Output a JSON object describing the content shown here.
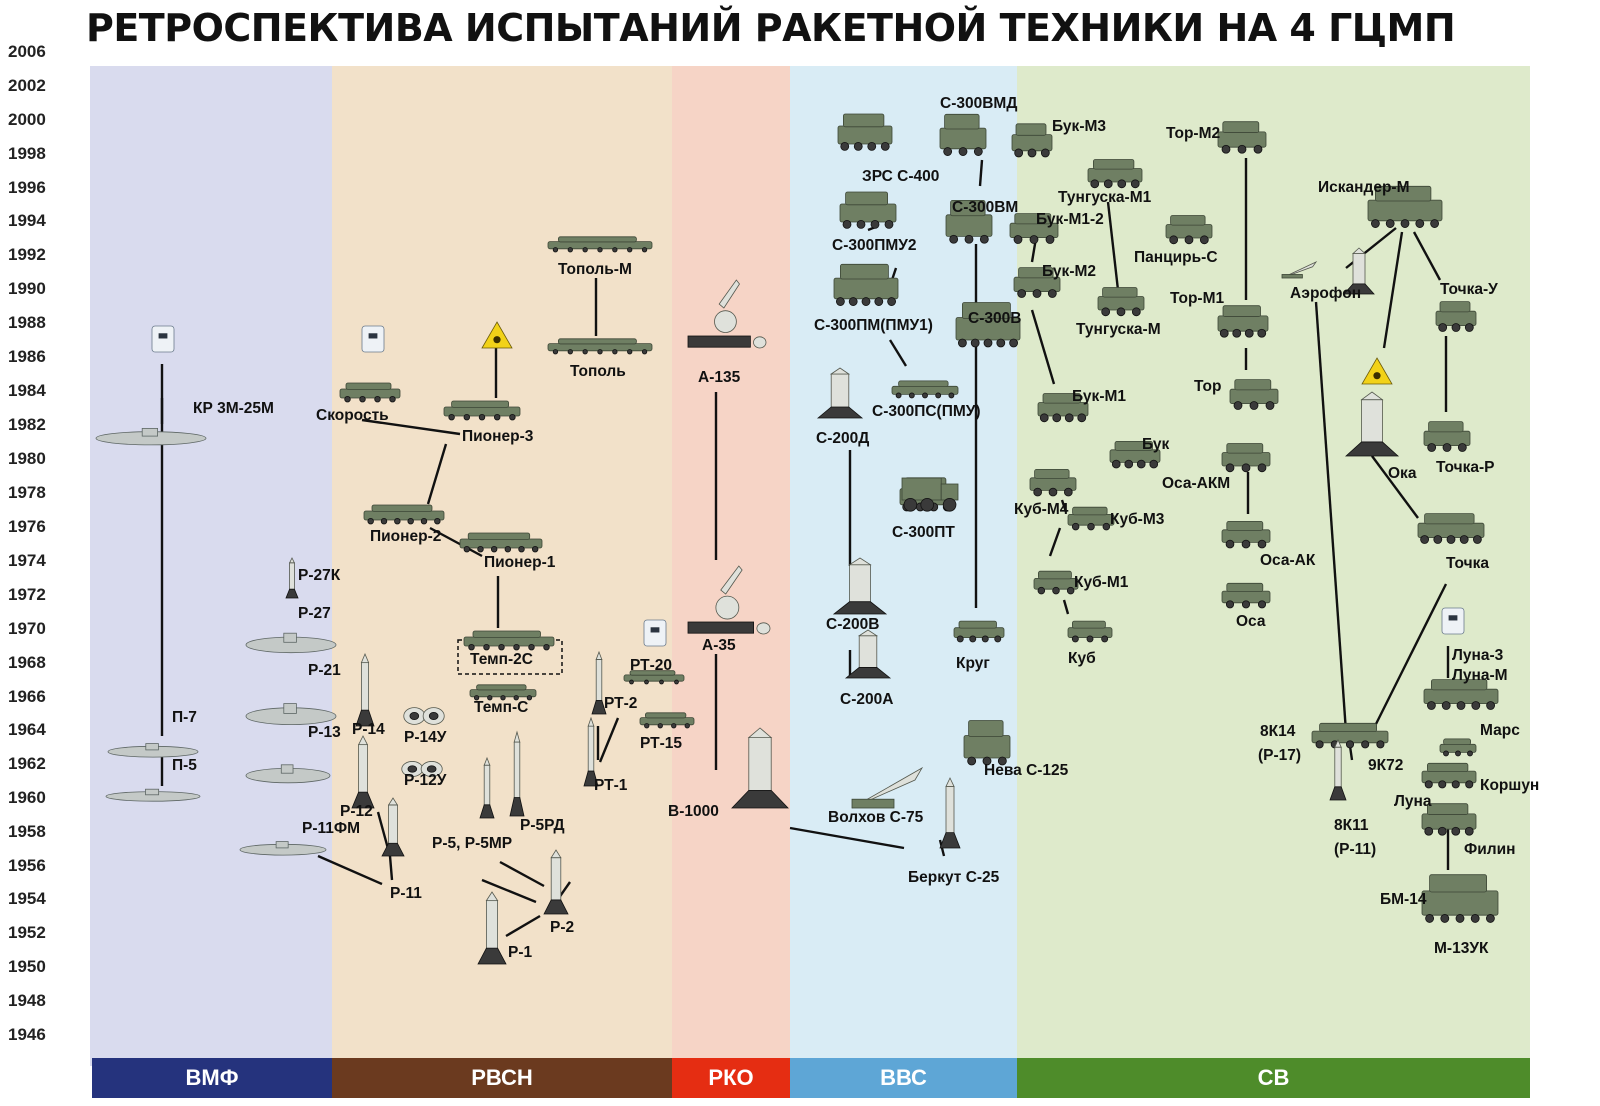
{
  "title": "РЕТРОСПЕКТИВА ИСПЫТАНИЙ  РАКЕТНОЙ ТЕХНИКИ НА 4 ГЦМП",
  "years": [
    "2006",
    "2002",
    "2000",
    "1998",
    "1996",
    "1994",
    "1992",
    "1990",
    "1988",
    "1986",
    "1984",
    "1982",
    "1980",
    "1978",
    "1976",
    "1974",
    "1972",
    "1970",
    "1968",
    "1966",
    "1964",
    "1962",
    "1960",
    "1958",
    "1956",
    "1954",
    "1952",
    "1950",
    "1948",
    "1946"
  ],
  "branches": [
    {
      "id": "vmf",
      "label": "ВМФ",
      "bg": "#d9dbee",
      "band": "#25337d"
    },
    {
      "id": "rvsn",
      "label": "РВСН",
      "bg": "#f2e1c9",
      "band": "#6b3a1f"
    },
    {
      "id": "rko",
      "label": "РКО",
      "bg": "#f6d4c6",
      "band": "#e52d12"
    },
    {
      "id": "vvs",
      "label": "ВВС",
      "bg": "#d9ecf5",
      "band": "#5ea6d6"
    },
    {
      "id": "sv",
      "label": "СВ",
      "bg": "#deeacb",
      "band": "#4e8c2a"
    }
  ],
  "nodes": [
    {
      "id": "kr3m25m",
      "label": "КР 3М-25М",
      "icon": "submarine"
    },
    {
      "id": "p7",
      "label": "П-7",
      "icon": "submarine"
    },
    {
      "id": "p5",
      "label": "П-5",
      "icon": "submarine"
    },
    {
      "id": "r27k",
      "label": "Р-27К",
      "icon": "missile"
    },
    {
      "id": "r27",
      "label": "Р-27",
      "icon": "submarine"
    },
    {
      "id": "r21",
      "label": "Р-21",
      "icon": "submarine"
    },
    {
      "id": "r13",
      "label": "Р-13",
      "icon": "submarine"
    },
    {
      "id": "r11fm",
      "label": "Р-11ФМ",
      "icon": "submarine"
    },
    {
      "id": "skorost",
      "label": "Скорость",
      "icon": "launcher"
    },
    {
      "id": "pioner3",
      "label": "Пионер-3",
      "icon": "launcher"
    },
    {
      "id": "pioner2",
      "label": "Пионер-2",
      "icon": "launcher"
    },
    {
      "id": "pioner1",
      "label": "Пионер-1",
      "icon": "launcher"
    },
    {
      "id": "topolm",
      "label": "Тополь-М",
      "icon": "launcher"
    },
    {
      "id": "topol",
      "label": "Тополь",
      "icon": "launcher"
    },
    {
      "id": "temp2s",
      "label": "Темп-2С",
      "icon": "launcher"
    },
    {
      "id": "temps",
      "label": "Темп-С",
      "icon": "launcher"
    },
    {
      "id": "r14",
      "label": "Р-14",
      "icon": "missile"
    },
    {
      "id": "r14u",
      "label": "Р-14У",
      "icon": "silo"
    },
    {
      "id": "r12u",
      "label": "Р-12У",
      "icon": "silo"
    },
    {
      "id": "r12",
      "label": "Р-12",
      "icon": "missile"
    },
    {
      "id": "r5",
      "label": "Р-5, Р-5МР",
      "icon": "missile"
    },
    {
      "id": "r5rd",
      "label": "Р-5РД",
      "icon": "missile"
    },
    {
      "id": "r11",
      "label": "Р-11",
      "icon": "missile"
    },
    {
      "id": "r2",
      "label": "Р-2",
      "icon": "missile"
    },
    {
      "id": "r1",
      "label": "Р-1",
      "icon": "missile"
    },
    {
      "id": "rt20",
      "label": "РТ-20",
      "icon": "launcher"
    },
    {
      "id": "rt2",
      "label": "РТ-2",
      "icon": "missile"
    },
    {
      "id": "rt15",
      "label": "РТ-15",
      "icon": "launcher"
    },
    {
      "id": "rt1",
      "label": "РТ-1",
      "icon": "missile"
    },
    {
      "id": "a135",
      "label": "А-135",
      "icon": "radar"
    },
    {
      "id": "a35",
      "label": "А-35",
      "icon": "radar"
    },
    {
      "id": "v1000",
      "label": "В-1000",
      "icon": "missile"
    },
    {
      "id": "s300vmd",
      "label": "С-300ВМД",
      "icon": "launcher"
    },
    {
      "id": "zrss400",
      "label": "ЗРС С-400",
      "icon": "launcher"
    },
    {
      "id": "s300vm",
      "label": "С-300ВМ",
      "icon": "launcher"
    },
    {
      "id": "s300pmu2",
      "label": "С-300ПМУ2",
      "icon": "launcher"
    },
    {
      "id": "s300pm",
      "label": "С-300ПМ(ПМУ1)",
      "icon": "launcher"
    },
    {
      "id": "s300v",
      "label": "С-300В",
      "icon": "launcher"
    },
    {
      "id": "s300ps",
      "label": "С-300ПС(ПМУ)",
      "icon": "launcher"
    },
    {
      "id": "s200d",
      "label": "С-200Д",
      "icon": "missile"
    },
    {
      "id": "s300pt",
      "label": "С-300ПТ",
      "icon": "truck"
    },
    {
      "id": "s200v",
      "label": "С-200В",
      "icon": "missile"
    },
    {
      "id": "s200a",
      "label": "С-200А",
      "icon": "missile"
    },
    {
      "id": "krug",
      "label": "Круг",
      "icon": "launcher"
    },
    {
      "id": "neva",
      "label": "Нева С-125",
      "icon": "launcher"
    },
    {
      "id": "volhov",
      "label": "Волхов С-75",
      "icon": "missile"
    },
    {
      "id": "berkut",
      "label": "Беркут С-25",
      "icon": "missile"
    },
    {
      "id": "bukm3",
      "label": "Бук-М3",
      "icon": "launcher"
    },
    {
      "id": "tunguskam1",
      "label": "Тунгуска-М1",
      "icon": "launcher"
    },
    {
      "id": "bukm12",
      "label": "Бук-М1-2",
      "icon": "launcher"
    },
    {
      "id": "pancir",
      "label": "Панцирь-С",
      "icon": "launcher"
    },
    {
      "id": "bukm2",
      "label": "Бук-М2",
      "icon": "launcher"
    },
    {
      "id": "tunguskam",
      "label": "Тунгуска-М",
      "icon": "launcher"
    },
    {
      "id": "bukm1",
      "label": "Бук-М1",
      "icon": "launcher"
    },
    {
      "id": "buk",
      "label": "Бук",
      "icon": "launcher"
    },
    {
      "id": "kubm4",
      "label": "Куб-М4",
      "icon": "launcher"
    },
    {
      "id": "kubm3",
      "label": "Куб-М3",
      "icon": "launcher"
    },
    {
      "id": "kubm1",
      "label": "Куб-М1",
      "icon": "launcher"
    },
    {
      "id": "kub",
      "label": "Куб",
      "icon": "launcher"
    },
    {
      "id": "torm2",
      "label": "Тор-М2",
      "icon": "launcher"
    },
    {
      "id": "torm1",
      "label": "Тор-М1",
      "icon": "launcher"
    },
    {
      "id": "tor",
      "label": "Тор",
      "icon": "launcher"
    },
    {
      "id": "osaakm",
      "label": "Оса-АКМ",
      "icon": "launcher"
    },
    {
      "id": "osaak",
      "label": "Оса-АК",
      "icon": "launcher"
    },
    {
      "id": "osa",
      "label": "Оса",
      "icon": "launcher"
    },
    {
      "id": "iskander",
      "label": "Искандер-М",
      "icon": "launcher"
    },
    {
      "id": "aerofon",
      "label": "Аэрофон",
      "icon": "missile"
    },
    {
      "id": "tochkau",
      "label": "Точка-У",
      "icon": "launcher"
    },
    {
      "id": "oka",
      "label": "Ока",
      "icon": "launcher"
    },
    {
      "id": "tochkar",
      "label": "Точка-Р",
      "icon": "launcher"
    },
    {
      "id": "tochka",
      "label": "Точка",
      "icon": "launcher"
    },
    {
      "id": "luna3",
      "label": "Луна-3",
      "icon": "launcher"
    },
    {
      "id": "lunam",
      "label": "Луна-М",
      "icon": "launcher"
    },
    {
      "id": "mars",
      "label": "Марс",
      "icon": "launcher"
    },
    {
      "id": "8k14",
      "label": "8К14",
      "icon": "launcher"
    },
    {
      "id": "r17",
      "label": "(Р-17)",
      "icon": "launcher"
    },
    {
      "id": "9k72",
      "label": "9К72",
      "icon": "launcher"
    },
    {
      "id": "korshun",
      "label": "Коршун",
      "icon": "launcher"
    },
    {
      "id": "luna",
      "label": "Луна",
      "icon": "launcher"
    },
    {
      "id": "8k11",
      "label": "8К11",
      "icon": "launcher"
    },
    {
      "id": "r11b",
      "label": "(Р-11)",
      "icon": "launcher"
    },
    {
      "id": "filin",
      "label": "Филин",
      "icon": "launcher"
    },
    {
      "id": "bm14",
      "label": "БМ-14",
      "icon": "launcher"
    },
    {
      "id": "m13uk",
      "label": "М-13УК",
      "icon": "launcher"
    }
  ]
}
